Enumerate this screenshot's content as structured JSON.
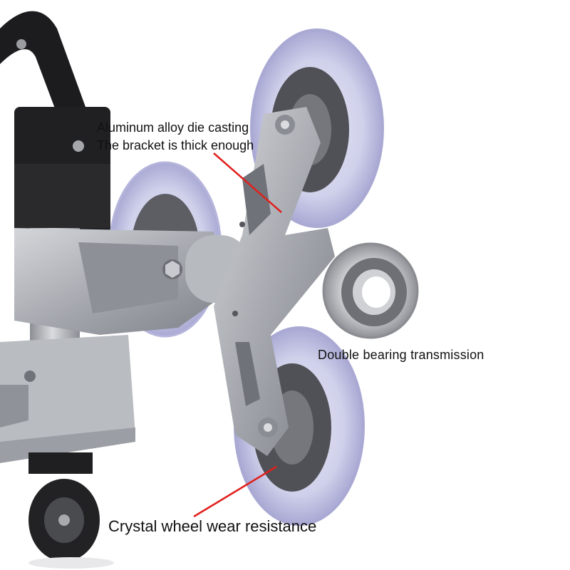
{
  "annotations": {
    "line1": "Aluminum alloy die casting",
    "line2": "The bracket is thick enough",
    "bearing": "Double bearing transmission",
    "wheel": "Crystal wheel wear resistance"
  },
  "colors": {
    "pointer": "#e0201c",
    "frame": "#a9acb2",
    "handle": "#1b1b1d",
    "wheel": "#c9c9e6"
  }
}
